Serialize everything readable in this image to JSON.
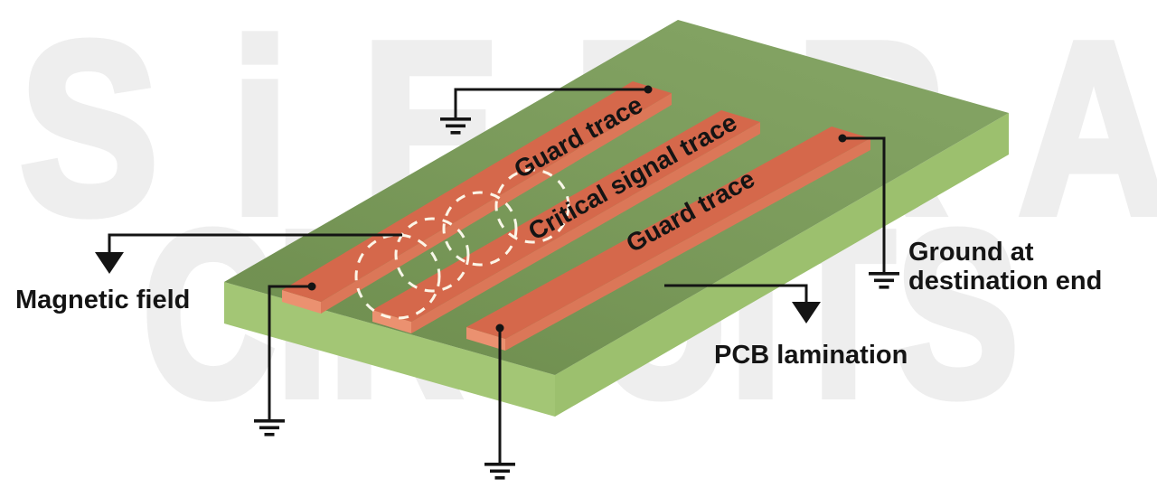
{
  "watermark": {
    "line1": "SiERRA",
    "line2": "CIRCUITS"
  },
  "labels": {
    "guard_trace_top": "Guard trace",
    "critical_signal_trace": "Critical signal trace",
    "guard_trace_bottom": "Guard trace",
    "magnetic_field": "Magnetic field",
    "pcb_lamination": "PCB lamination",
    "ground_destination_line1": "Ground at",
    "ground_destination_line2": "destination end"
  },
  "icons": {
    "ground_symbol": "earth-ground (3 shrinking bars)",
    "arrowhead": "filled triangle pointer",
    "connection_dot": "solder point dot",
    "field_rings": "4 overlapping dashed circles around critical signal trace"
  },
  "colors": {
    "board-top": "#7a9c58",
    "board-side-left": "#a3c675",
    "board-side-right": "#9cc06e",
    "trace-top": "#d5684b",
    "trace-side": "#db7758",
    "trace-end": "#eb9170",
    "field-ring": "#fffdf0",
    "line": "#141414",
    "text": "#141414",
    "watermark": "#eeeeee"
  }
}
